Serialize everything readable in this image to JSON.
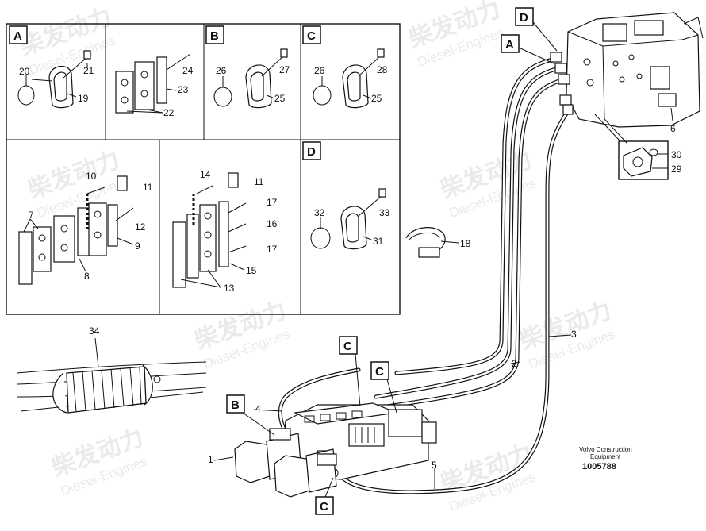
{
  "panel_tags": {
    "A": "A",
    "B": "B",
    "C": "C",
    "D": "D"
  },
  "callouts": {
    "p1": "1",
    "p2": "2",
    "p3": "3",
    "p4": "4",
    "p5": "5",
    "p6": "6",
    "p7": "7",
    "p8": "8",
    "p9": "9",
    "p10": "10",
    "p11a": "11",
    "p11b": "11",
    "p12": "12",
    "p13": "13",
    "p14": "14",
    "p15": "15",
    "p16": "16",
    "p17a": "17",
    "p17b": "17",
    "p18": "18",
    "p19": "19",
    "p20": "20",
    "p21": "21",
    "p22": "22",
    "p23": "23",
    "p24": "24",
    "p25a": "25",
    "p25b": "25",
    "p26a": "26",
    "p26b": "26",
    "p27": "27",
    "p28": "28",
    "p29": "29",
    "p30": "30",
    "p31": "31",
    "p32": "32",
    "p33": "33",
    "p34": "34"
  },
  "footer": {
    "maker_line1": "Volvo Construction",
    "maker_line2": "Equipment",
    "drawing_no": "1005788"
  },
  "watermark": {
    "cn": "柴发动力",
    "en": "Diesel-Engines"
  }
}
